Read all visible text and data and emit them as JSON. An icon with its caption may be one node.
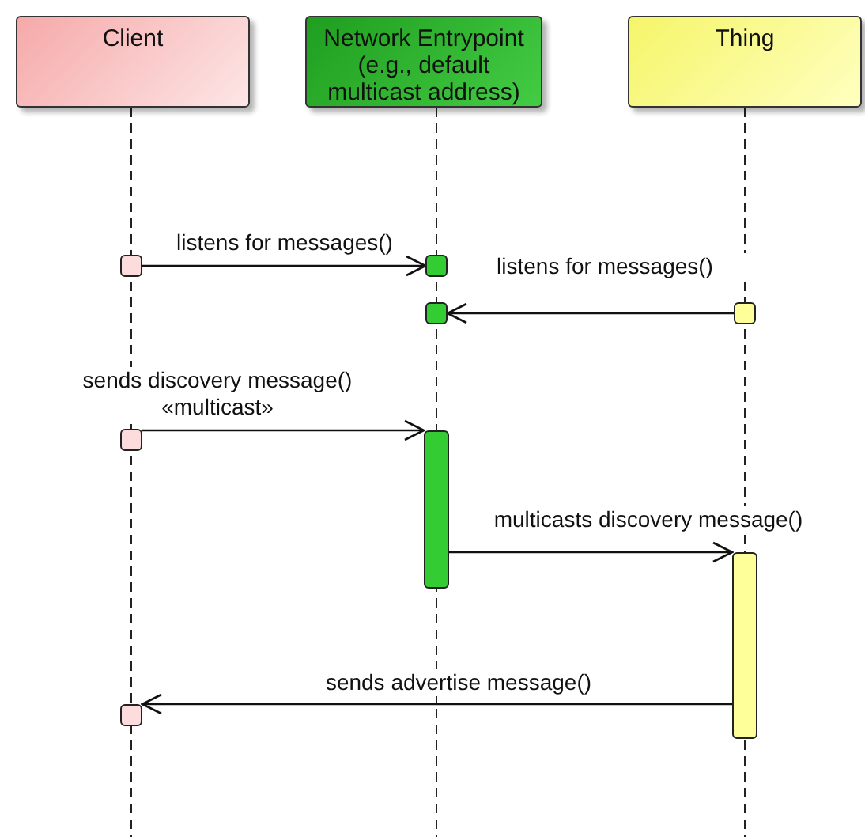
{
  "diagram": {
    "nodes": [
      {
        "text": [
          "Client"
        ]
      },
      {
        "text": [
          "Network Entrypoint (e.g., default multicast address)"
        ]
      },
      {
        "text": [
          "Thing"
        ]
      },
      {
        "text": [],
        "shape": "bar"
      },
      {
        "text": [],
        "shape": "bar"
      },
      {
        "text": [],
        "shape": "bar"
      },
      {
        "text": [],
        "shape": "bar"
      },
      {
        "text": [],
        "shape": "bar"
      },
      {
        "text": [],
        "shape": "bar"
      },
      {
        "text": [],
        "shape": "bar"
      },
      {
        "text": [],
        "shape": "bar"
      }
    ],
    "edges": [
      {
        "from": 3,
        "to": 4,
        "arrow": "to",
        "label": "listens for messages()"
      },
      {
        "from": 5,
        "to": 6,
        "arrow": "to",
        "label": "listens for messages()"
      },
      {
        "from": 7,
        "to": 8,
        "arrow": "to",
        "label": "sends discovery message() «multicast»"
      },
      {
        "from": 8,
        "to": 9,
        "arrow": "to",
        "label": "multicasts discovery message()"
      },
      {
        "from": 9,
        "to": 10,
        "arrow": "to",
        "label": "sends advertise message()"
      }
    ]
  }
}
